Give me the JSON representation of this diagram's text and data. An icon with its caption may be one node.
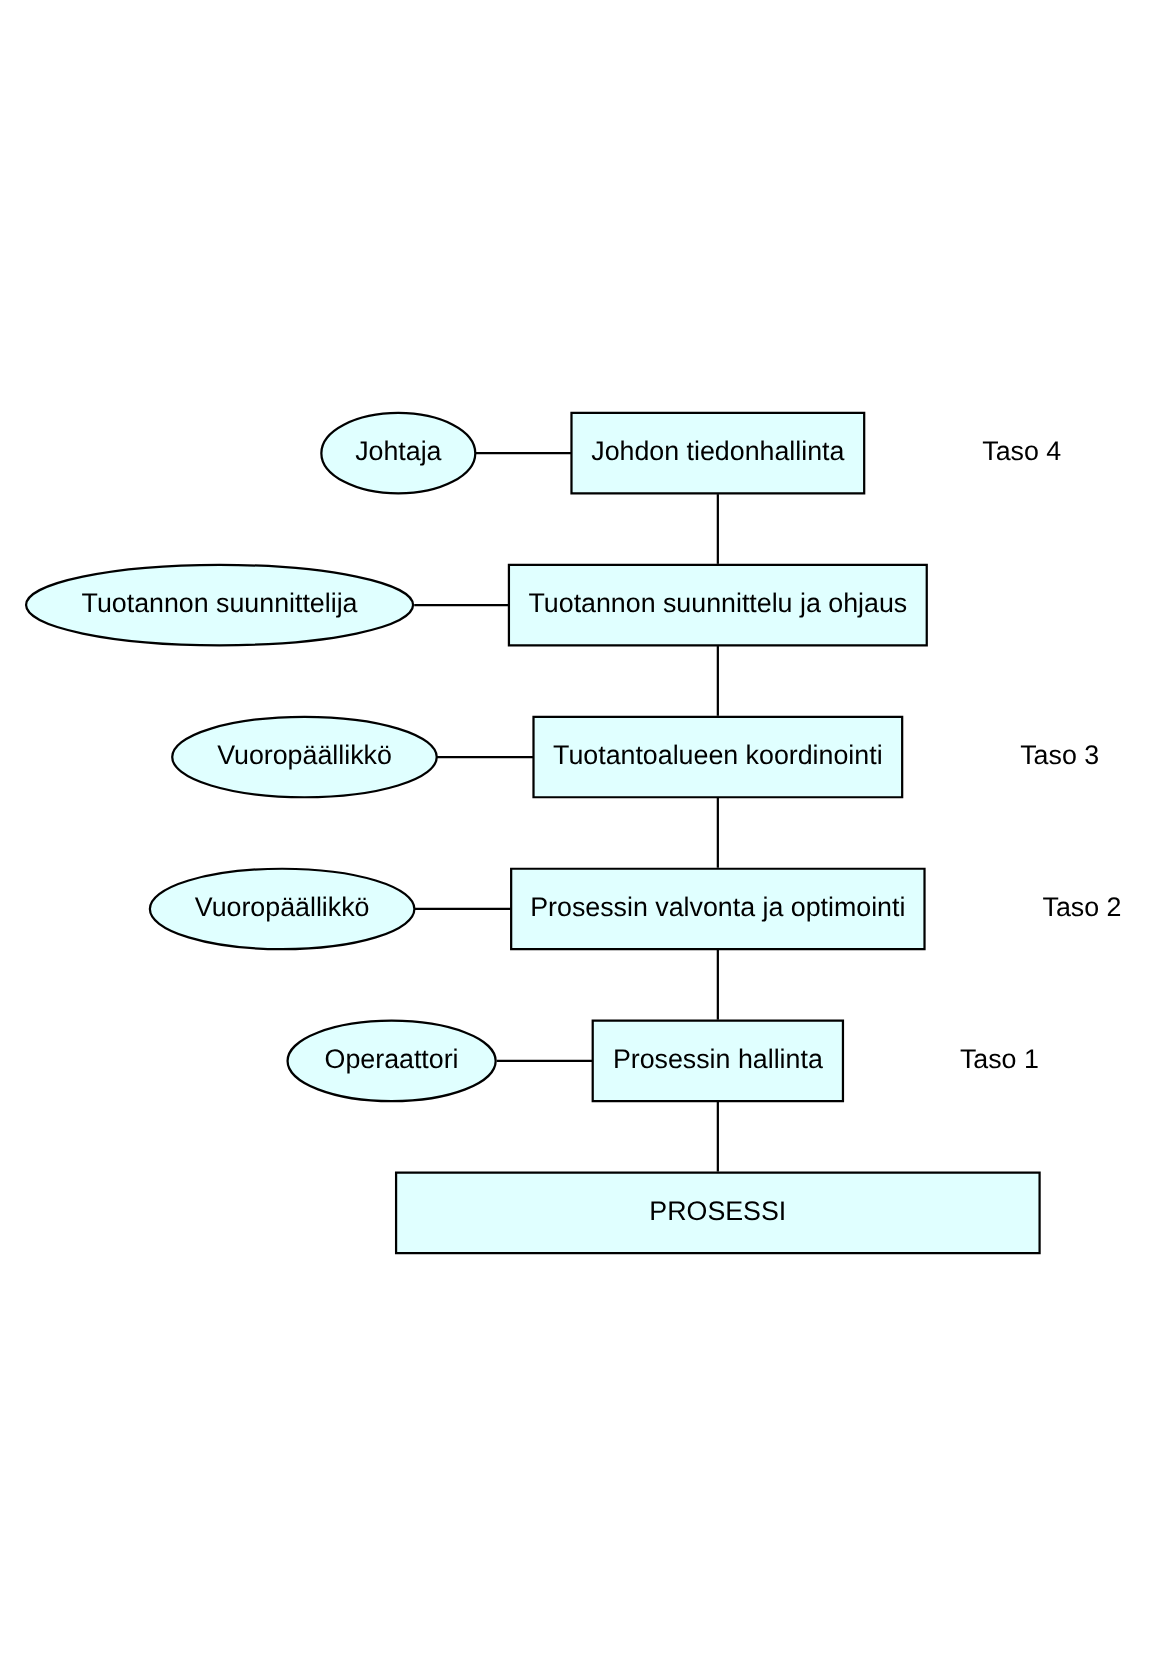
{
  "diagram": {
    "nodes": [
      {
        "text": [
          "Johtaja"
        ]
      },
      {
        "text": [
          "Johdon tiedonhallinta"
        ]
      },
      {
        "text": [
          "Tuotannon suunnittelija"
        ]
      },
      {
        "text": [
          "Tuotannon suunnittelu ja ohjaus"
        ]
      },
      {
        "text": [
          "Vuoropäällikkö"
        ]
      },
      {
        "text": [
          "Tuotantoalueen koordinointi"
        ]
      },
      {
        "text": [
          "Vuoropäällikkö"
        ]
      },
      {
        "text": [
          "Prosessin valvonta ja optimointi"
        ]
      },
      {
        "text": [
          "Operaattori"
        ]
      },
      {
        "text": [
          "Prosessin hallinta"
        ]
      },
      {
        "text": [
          "PROSESSI"
        ]
      }
    ],
    "edges": [
      {
        "from": 0,
        "to": 1,
        "arrow": "none"
      },
      {
        "from": 1,
        "to": 3,
        "arrow": "none"
      },
      {
        "from": 2,
        "to": 3,
        "arrow": "none"
      },
      {
        "from": 3,
        "to": 5,
        "arrow": "none"
      },
      {
        "from": 4,
        "to": 5,
        "arrow": "none"
      },
      {
        "from": 5,
        "to": 7,
        "arrow": "none"
      },
      {
        "from": 6,
        "to": 7,
        "arrow": "none"
      },
      {
        "from": 7,
        "to": 9,
        "arrow": "none"
      },
      {
        "from": 8,
        "to": 9,
        "arrow": "none"
      },
      {
        "from": 9,
        "to": 10,
        "arrow": "none"
      }
    ],
    "labels": [
      "Taso 4",
      "Taso 3",
      "Taso 2",
      "Taso 1"
    ]
  }
}
